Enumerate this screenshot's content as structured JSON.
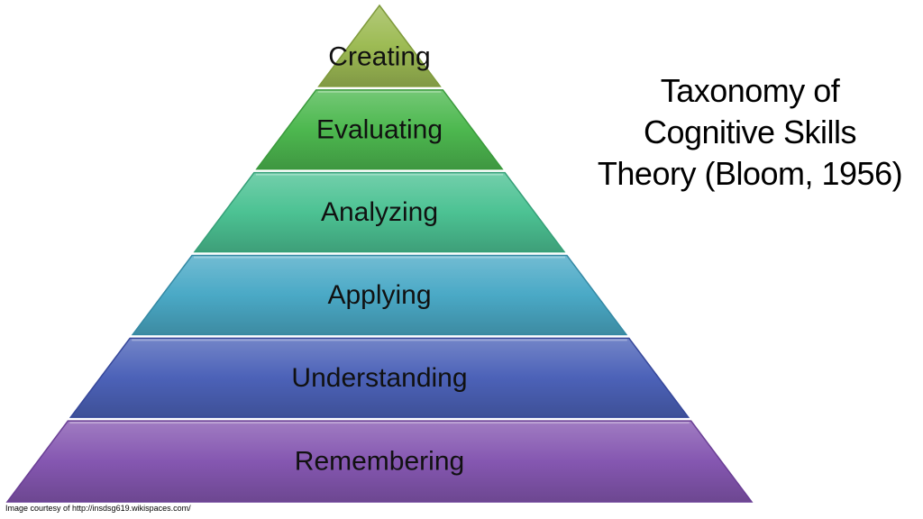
{
  "diagram": {
    "levels": [
      {
        "label": "Creating",
        "color": "#9dbb54",
        "border": "#7f9a3c"
      },
      {
        "label": "Evaluating",
        "color": "#4db84f",
        "border": "#3a9a3c"
      },
      {
        "label": "Analyzing",
        "color": "#4cc293",
        "border": "#36a078"
      },
      {
        "label": "Applying",
        "color": "#4aa9c6",
        "border": "#3489a4"
      },
      {
        "label": "Understanding",
        "color": "#4c62b8",
        "border": "#36479a"
      },
      {
        "label": "Remembering",
        "color": "#8557b1",
        "border": "#6a3f95"
      }
    ]
  },
  "title": {
    "lines": [
      "Taxonomy of",
      "Cognitive Skills",
      "Theory (Bloom, 1956)"
    ]
  },
  "caption": "Image courtesy of http://insdsg619.wikispaces.com/"
}
